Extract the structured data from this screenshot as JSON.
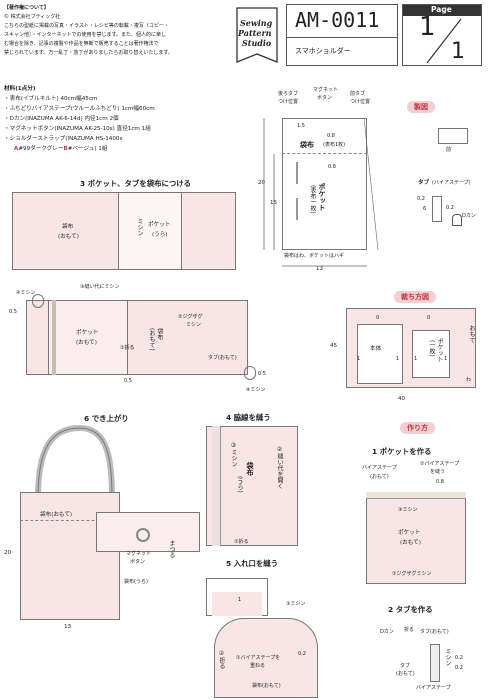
{
  "header": {
    "notice_title": "【著作権について】",
    "notice_company": "© 株式会社ブティック社",
    "notice_body": [
      "こちらの型紙に掲載の写真・イラスト・レシピ等の転載・複写（コピー・",
      "スキャン他）・インターネットでの使用を禁じます。また、個人的に楽し",
      "む場合を除き、記事の複製や作品を無断で販売することは著作権法で",
      "禁じられています。万一乱丁・落丁がありましたらお取り替えいたします。"
    ],
    "logo": [
      "Sewing",
      "Pattern",
      "Studio"
    ],
    "code": "AM-0011",
    "name": "スマホショルダー",
    "page_label": "Page",
    "page_num": "1",
    "page_total": "1"
  },
  "materials": {
    "title": "材料(1点分)",
    "items": [
      "・表布(イブルキルト) 40cm幅45cm",
      "・ふちどりバイアステープ(ウルールふちどり) 1cm幅60cm",
      "・Dカン(INAZUMA AK-6-14d) 内径1cm 2個",
      "・マグネットボタン(INAZUMA AK-25-10s) 直径1cm 1組",
      "・ショルダーストラップ(INAZUMA HS-1400s"
    ],
    "last_prefix": "A",
    "last_a": "#99ダークグレー",
    "last_b_prefix": "B",
    "last_b": "#ベージュ) 1組"
  },
  "diagram_top": {
    "back_tab": "後ろタブ",
    "back_tab2": "つけ位置",
    "magnet": "マグネット",
    "magnet2": "ボタン",
    "front_tab": "前タブ",
    "front_tab2": "つけ位置",
    "d15": "1.5",
    "d08a": "0.8",
    "d08b": "0.8",
    "bag": "袋布",
    "bag_note": "(表布1枚)",
    "pocket": "ポケット",
    "pocket_note": "(表布一枚)",
    "h20": "20",
    "h15": "15",
    "w13": "13",
    "footer": "袋布はわ、ポケットはハギ"
  },
  "seizu": {
    "label": "製図",
    "front": "前",
    "tab": "タブ",
    "tab_note": "(バイアステープ)",
    "v02a": "0.2",
    "v6": "6",
    "v02b": "0.2",
    "dkan": "Dカン"
  },
  "step3": {
    "title": "3 ポケット、タブを袋布につける",
    "bag": "袋布",
    "bag_face": "(おもて)",
    "machine": "ミシン",
    "pocket": "ポケット",
    "pocket_face": "(うら)"
  },
  "diagram_mid": {
    "sew4a": "④ミシン",
    "sew3": "③縫い代にミシン",
    "v05a": "0.5",
    "pocket": "ポケット",
    "pocket_face": "(おもて)",
    "fold1": "①折る",
    "bag": "袋布",
    "bag_face": "(おもて)",
    "zigzag": "②ジグザグ",
    "zigzag2": "ミシン",
    "tab": "タブ(おもて)",
    "v05b": "0.5",
    "v05c": "0.5",
    "sew4b": "④ミシン"
  },
  "cutting": {
    "label": "裁ち方図",
    "v0a": "0",
    "v0b": "0",
    "v1a": "1",
    "v1b": "1",
    "v1c": "1",
    "v1d": "1",
    "body": "本体",
    "pocket": "ポケット",
    "pocket_note": "(一枚)",
    "omote": "おもて",
    "wa": "わ",
    "h45": "45",
    "w40": "40"
  },
  "step6": {
    "title": "6 でき上がり",
    "bag": "袋布(おもて)",
    "magnet": "マグネット",
    "magnet2": "ボタン",
    "mark": "まつる",
    "bag_back": "袋布(うら)",
    "h20": "20",
    "w13": "13"
  },
  "step4": {
    "title": "4 脇線を縫う",
    "sew3": "③ミシン",
    "bag": "袋布",
    "bag_face": "(うら)",
    "open2": "②縫い代を開く",
    "fold1": "①折る"
  },
  "step5": {
    "title": "5 入れ口を縫う",
    "sew3": "③ミシン",
    "fold2": "②折る",
    "v1": "1",
    "bias1": "①バイアステープを",
    "bias2": "重ねる",
    "v02": "0.2",
    "bag": "袋布(おもて)"
  },
  "howto": {
    "label": "作り方",
    "step1": "1 ポケットを作る",
    "bias": "バイアステープ",
    "bias_face": "(おもて)",
    "bias_sew": "②バイアステープ",
    "bias_sew2": "を縫う",
    "v08": "0.8",
    "sew3": "③ミシン",
    "pocket": "ポケット",
    "pocket_face": "(おもて)",
    "zigzag": "①ジグザグミシン",
    "step2": "2 タブを作る",
    "dkan": "Dカン",
    "fold": "折る",
    "tab_face": "タブ(おもて)",
    "tab": "タブ",
    "tab_face2": "(おもて)",
    "machine": "ミシン",
    "v02a": "0.2",
    "v02b": "0.2",
    "bias2": "バイアステープ"
  }
}
